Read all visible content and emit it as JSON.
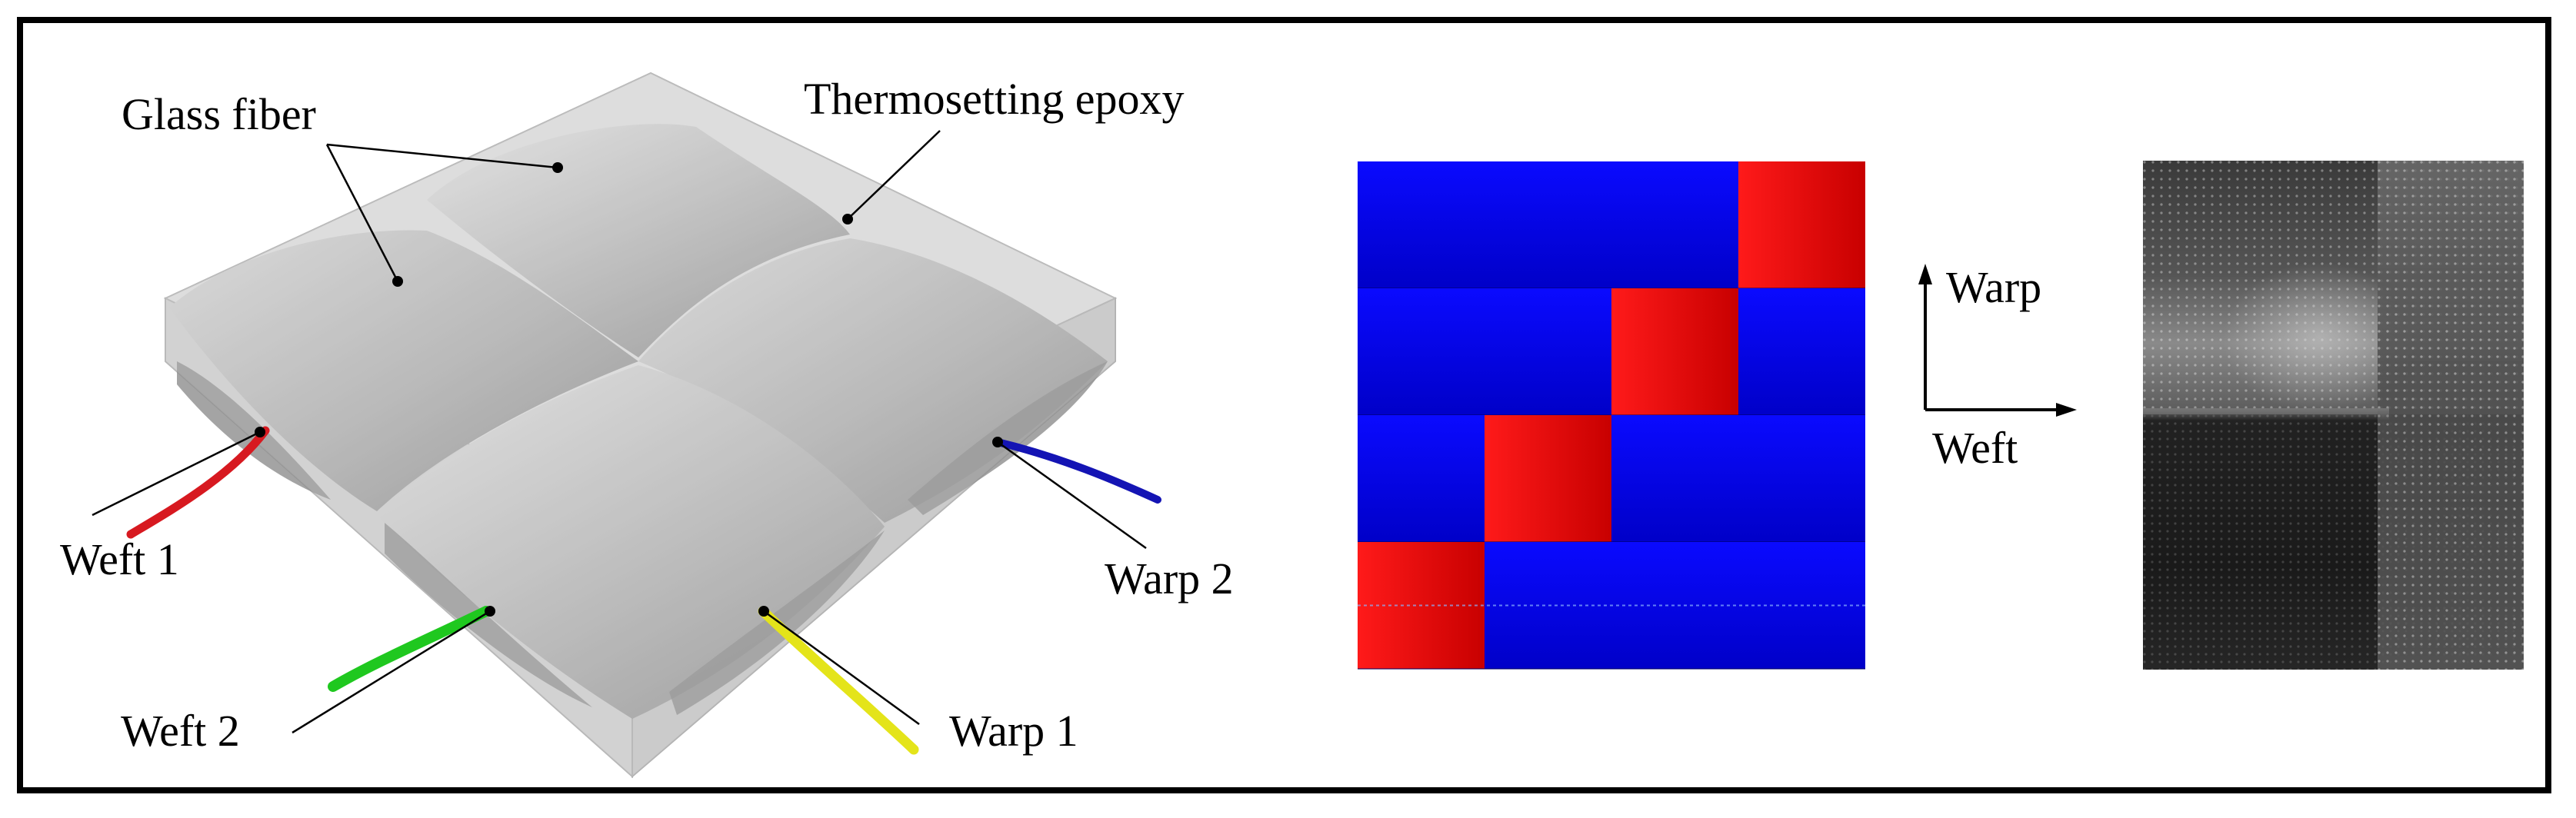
{
  "labels": {
    "glass_fiber": "Glass fiber",
    "thermosetting_epoxy": "Thermosetting epoxy",
    "weft1": "Weft 1",
    "weft2": "Weft 2",
    "warp1": "Warp 1",
    "warp2": "Warp 2"
  },
  "axes": {
    "warp": "Warp",
    "weft": "Weft"
  },
  "weave_pattern": {
    "rows": [
      [
        0,
        0,
        0,
        1
      ],
      [
        0,
        0,
        1,
        0
      ],
      [
        0,
        1,
        0,
        0
      ],
      [
        1,
        0,
        0,
        0
      ]
    ],
    "colors": {
      "warp_up": "#e60000",
      "weft_up": "#0000ee"
    }
  },
  "colors": {
    "weft1": "#d71920",
    "weft2": "#1fc81f",
    "warp1": "#e4e41a",
    "warp2": "#1414b4"
  }
}
